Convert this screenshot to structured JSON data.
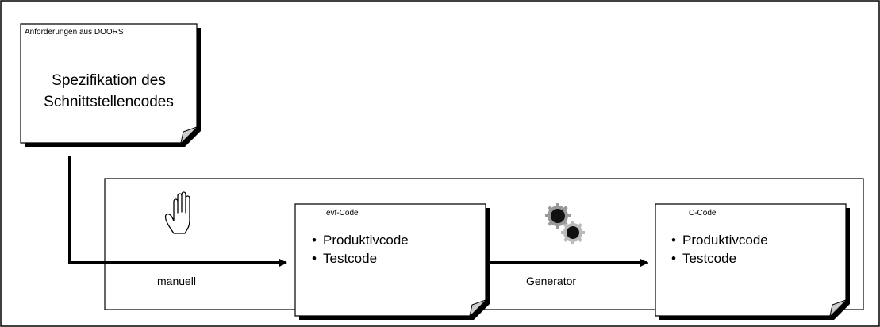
{
  "spec_doc": {
    "header": "Anforderungen aus DOORS",
    "title_line1": "Spezifikation des",
    "title_line2": "Schnittstellencodes"
  },
  "evf_doc": {
    "header": "evf-Code",
    "items": [
      "Produktivcode",
      "Testcode"
    ]
  },
  "c_doc": {
    "header": "C-Code",
    "items": [
      "Produktivcode",
      "Testcode"
    ]
  },
  "edges": {
    "manual_label": "manuell",
    "generator_label": "Generator"
  },
  "icons": {
    "manual": "hand-icon",
    "generator": "gears-icon"
  }
}
